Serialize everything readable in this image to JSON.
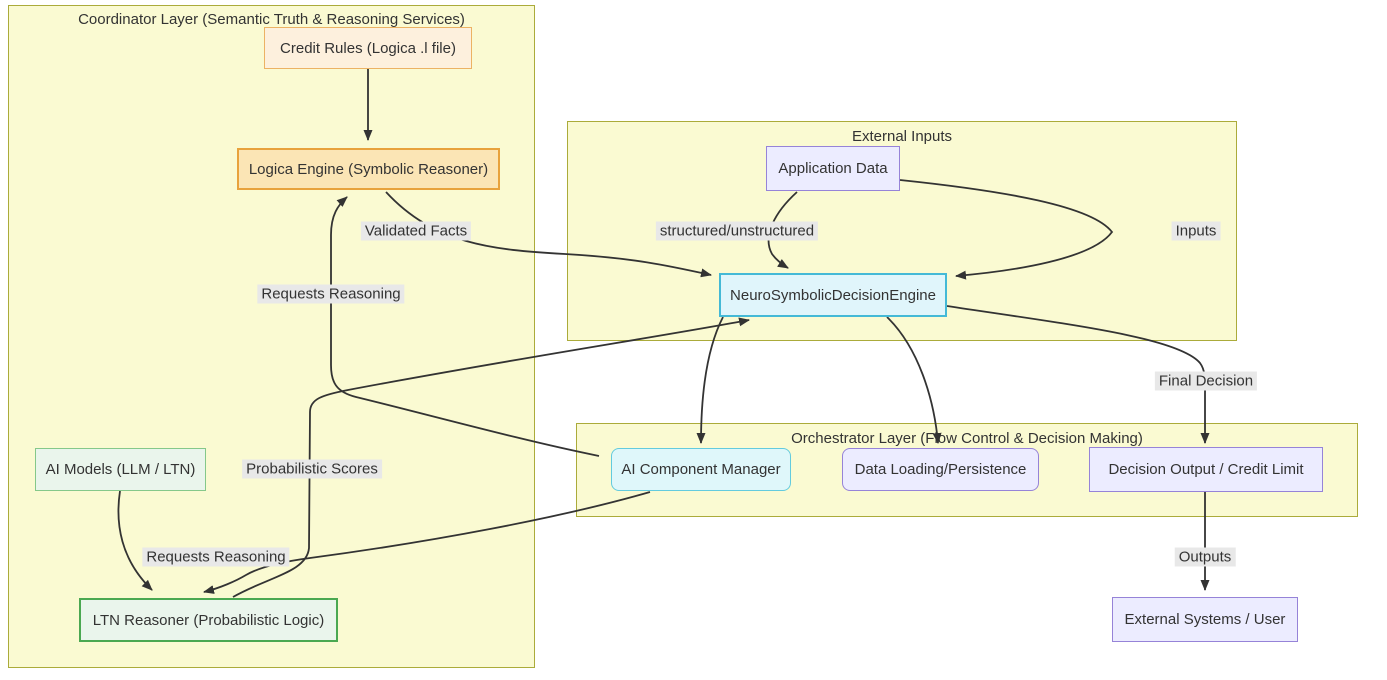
{
  "containers": [
    {
      "id": "coordinator",
      "label": "Coordinator Layer (Semantic Truth & Reasoning Services)"
    },
    {
      "id": "external_inputs",
      "label": "External Inputs"
    },
    {
      "id": "orchestrator",
      "label": "Orchestrator Layer (Flow Control & Decision Making)"
    }
  ],
  "nodes": [
    {
      "id": "credit_rules",
      "label": "Credit Rules (Logica .l file)"
    },
    {
      "id": "logica_engine",
      "label": "Logica Engine (Symbolic Reasoner)"
    },
    {
      "id": "application_data",
      "label": "Application Data"
    },
    {
      "id": "decision_engine",
      "label": "NeuroSymbolicDecisionEngine"
    },
    {
      "id": "ai_models",
      "label": "AI Models (LLM / LTN)"
    },
    {
      "id": "ltn_reasoner",
      "label": "LTN Reasoner (Probabilistic Logic)"
    },
    {
      "id": "ai_component_manager",
      "label": "AI Component Manager"
    },
    {
      "id": "data_loading",
      "label": "Data Loading/Persistence"
    },
    {
      "id": "decision_output",
      "label": "Decision Output / Credit Limit"
    },
    {
      "id": "external_systems",
      "label": "External Systems / User"
    }
  ],
  "edge_labels": [
    {
      "id": "validated_facts",
      "label": "Validated Facts"
    },
    {
      "id": "requests_reasoning_logica",
      "label": "Requests Reasoning"
    },
    {
      "id": "structured_unstructured",
      "label": "structured/unstructured"
    },
    {
      "id": "inputs",
      "label": "Inputs"
    },
    {
      "id": "probabilistic_scores",
      "label": "Probabilistic Scores"
    },
    {
      "id": "requests_reasoning_ltn",
      "label": "Requests Reasoning"
    },
    {
      "id": "final_decision",
      "label": "Final Decision"
    },
    {
      "id": "outputs",
      "label": "Outputs"
    }
  ],
  "colors": {
    "container_fill": "#fafad2",
    "container_border": "#abab3a",
    "credit_rules_fill": "#fdf0dd",
    "credit_rules_border": "#ecb264",
    "logica_fill": "#fbe5b5",
    "logica_border": "#e8a23c",
    "lavender_fill": "#ececff",
    "lavender_border": "#9683d8",
    "cyan_fill": "#e0f5fb",
    "cyan_border": "#44b9d6",
    "green_fill": "#eaf5ec",
    "green_border_light": "#85c88a",
    "green_border_strong": "#4aa851",
    "edge_stroke": "#333333",
    "edge_label_bg": "#e8e8e8",
    "text": "#333333"
  }
}
